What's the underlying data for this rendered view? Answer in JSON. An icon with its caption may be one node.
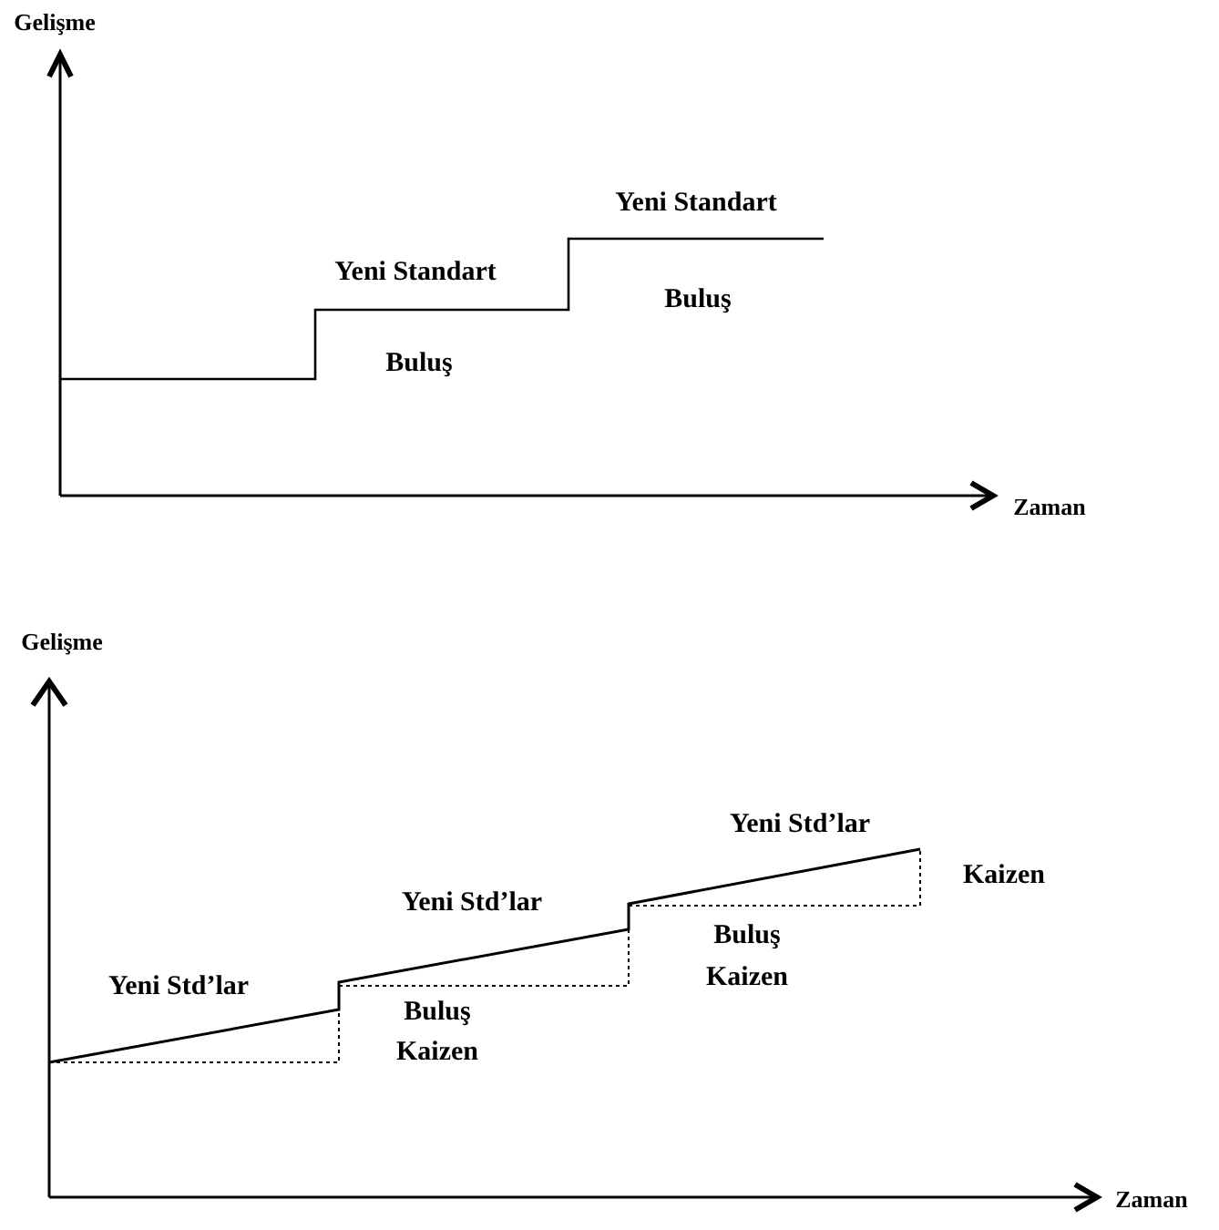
{
  "diagram": {
    "labels": [
      "Gelişme",
      "Yeni Standart",
      "Yeni Standart",
      "Buluş",
      "Buluş",
      "Zaman",
      "Gelişme",
      "Yeni Std’lar",
      "Kaizen",
      "Yeni Std’lar",
      "Buluş",
      "Kaizen",
      "Yeni Std’lar",
      "Buluş",
      "Kaizen",
      "Zaman"
    ]
  }
}
